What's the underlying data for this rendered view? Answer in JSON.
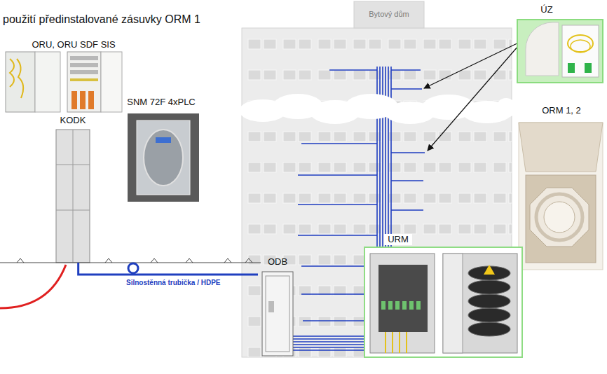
{
  "diagram": {
    "title": "použití předinstalované zásuvky ORM 1",
    "nodes": [
      {
        "text": [
          "ORU, ORU SDF SIS"
        ]
      },
      {
        "text": [
          "Bytový dům"
        ]
      },
      {
        "text": [
          "ÚZ"
        ]
      },
      {
        "text": [
          "ORM 1, 2"
        ]
      },
      {
        "text": [
          "SNM 72F 4xPLC"
        ]
      },
      {
        "text": [
          "KODK"
        ]
      },
      {
        "text": [
          "ODB"
        ]
      },
      {
        "text": [
          "URM"
        ]
      }
    ],
    "edges": [
      {
        "from": 5,
        "to": 6,
        "arrow": "none",
        "label": "Silnostěnná trubička / HDPE"
      }
    ]
  }
}
